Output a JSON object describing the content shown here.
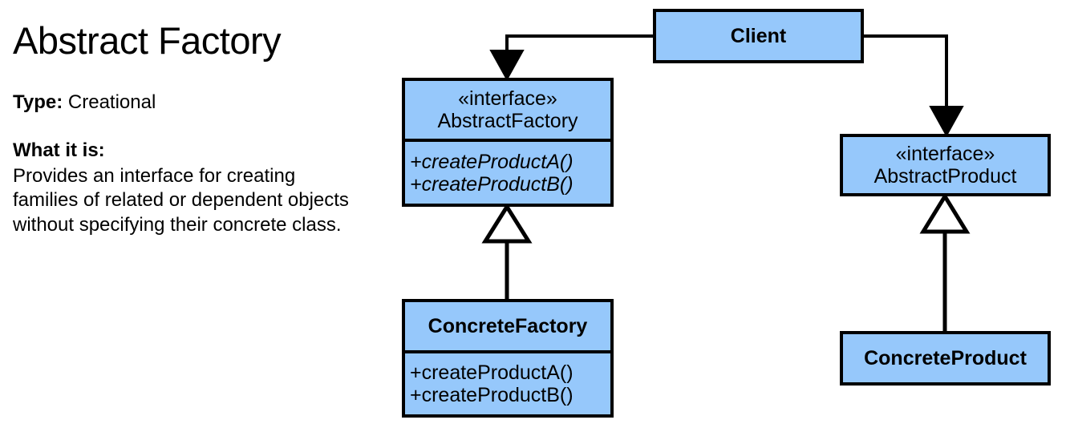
{
  "info": {
    "title": "Abstract Factory",
    "type_label": "Type:",
    "type_value": "Creational",
    "what_heading": "What it is:",
    "what_body": "Provides an interface for creating families of related or dependent objects without specifying their concrete class."
  },
  "colors": {
    "box_fill": "#96c8fb",
    "box_border": "#000000",
    "page_background": "#ffffff",
    "text": "#000000"
  },
  "diagram": {
    "notation": "UML class diagram",
    "classes": {
      "client": {
        "name": "Client",
        "style": "bold",
        "compartments": 1
      },
      "abstract_factory": {
        "stereotype": "«interface»",
        "name": "AbstractFactory",
        "style": "plain",
        "operations": [
          "+createProductA()",
          "+createProductB()"
        ],
        "operations_style": "italic"
      },
      "concrete_factory": {
        "name": "ConcreteFactory",
        "style": "bold",
        "operations": [
          "+createProductA()",
          "+createProductB()"
        ],
        "operations_style": "plain"
      },
      "abstract_product": {
        "stereotype": "«interface»",
        "name": "AbstractProduct",
        "style": "plain",
        "operations": []
      },
      "concrete_product": {
        "name": "ConcreteProduct",
        "style": "bold",
        "operations": []
      }
    },
    "relationships": [
      {
        "id": "client-to-abstractfactory",
        "from": "Client",
        "to": "AbstractFactory",
        "kind": "association-directed",
        "arrowhead": "filled-triangle"
      },
      {
        "id": "client-to-abstractproduct",
        "from": "Client",
        "to": "AbstractProduct",
        "kind": "association-directed",
        "arrowhead": "filled-triangle"
      },
      {
        "id": "concretefactory-to-abstractfactory",
        "from": "ConcreteFactory",
        "to": "AbstractFactory",
        "kind": "generalization",
        "arrowhead": "hollow-triangle"
      },
      {
        "id": "concreteproduct-to-abstractproduct",
        "from": "ConcreteProduct",
        "to": "AbstractProduct",
        "kind": "generalization",
        "arrowhead": "hollow-triangle"
      }
    ]
  }
}
